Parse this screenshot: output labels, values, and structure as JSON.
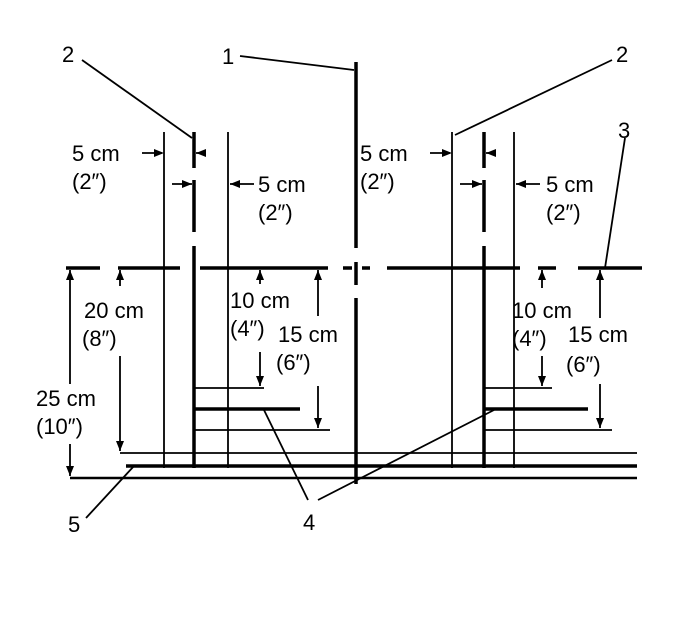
{
  "callouts": [
    "1",
    "2",
    "2",
    "3",
    "4",
    "5"
  ],
  "dimensions": {
    "left_gap_a": "5 cm",
    "left_gap_a_in": "(2″)",
    "left_gap_b": "5 cm",
    "left_gap_b_in": "(2″)",
    "right_gap_a": "5 cm",
    "right_gap_a_in": "(2″)",
    "right_gap_b": "5 cm",
    "right_gap_b_in": "(2″)",
    "d20": "20 cm",
    "d20_in": "(8″)",
    "d25": "25 cm",
    "d25_in": "(10″)",
    "left_d10": "10 cm",
    "left_d10_in": "(4″)",
    "left_d15": "15 cm",
    "left_d15_in": "(6″)",
    "right_d10": "10 cm",
    "right_d10_in": "(4″)",
    "right_d15": "15 cm",
    "right_d15_in": "(6″)"
  }
}
